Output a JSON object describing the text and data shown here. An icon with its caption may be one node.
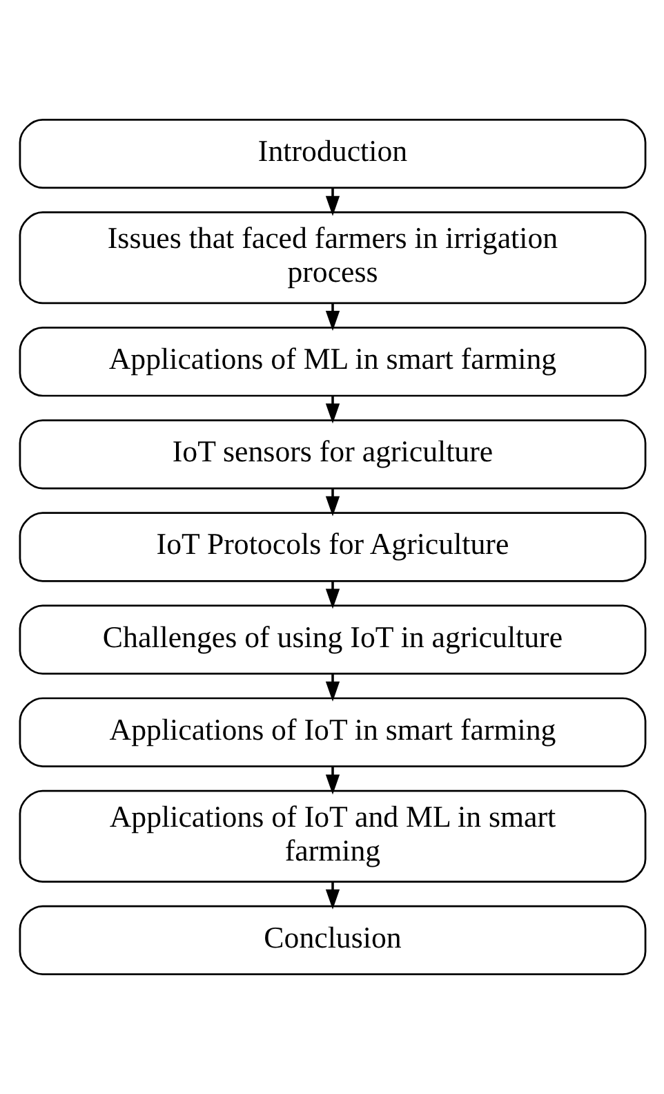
{
  "diagram": {
    "nodes": [
      {
        "text": [
          "Introduction"
        ]
      },
      {
        "text": [
          "Issues that faced farmers in irrigation process"
        ]
      },
      {
        "text": [
          "Applications of ML in smart farming"
        ]
      },
      {
        "text": [
          "IoT sensors for agriculture"
        ]
      },
      {
        "text": [
          "IoT Protocols for Agriculture"
        ]
      },
      {
        "text": [
          "Challenges of using IoT in agriculture"
        ]
      },
      {
        "text": [
          "Applications of IoT in smart farming"
        ]
      },
      {
        "text": [
          "Applications of IoT and ML in smart farming"
        ]
      },
      {
        "text": [
          "Conclusion"
        ]
      }
    ],
    "edges": [
      {
        "from": 0,
        "to": 1,
        "arrow": "to"
      },
      {
        "from": 1,
        "to": 2,
        "arrow": "to"
      },
      {
        "from": 2,
        "to": 3,
        "arrow": "to"
      },
      {
        "from": 3,
        "to": 4,
        "arrow": "to"
      },
      {
        "from": 4,
        "to": 5,
        "arrow": "to"
      },
      {
        "from": 5,
        "to": 6,
        "arrow": "to"
      },
      {
        "from": 6,
        "to": 7,
        "arrow": "to"
      },
      {
        "from": 7,
        "to": 8,
        "arrow": "to"
      }
    ]
  }
}
